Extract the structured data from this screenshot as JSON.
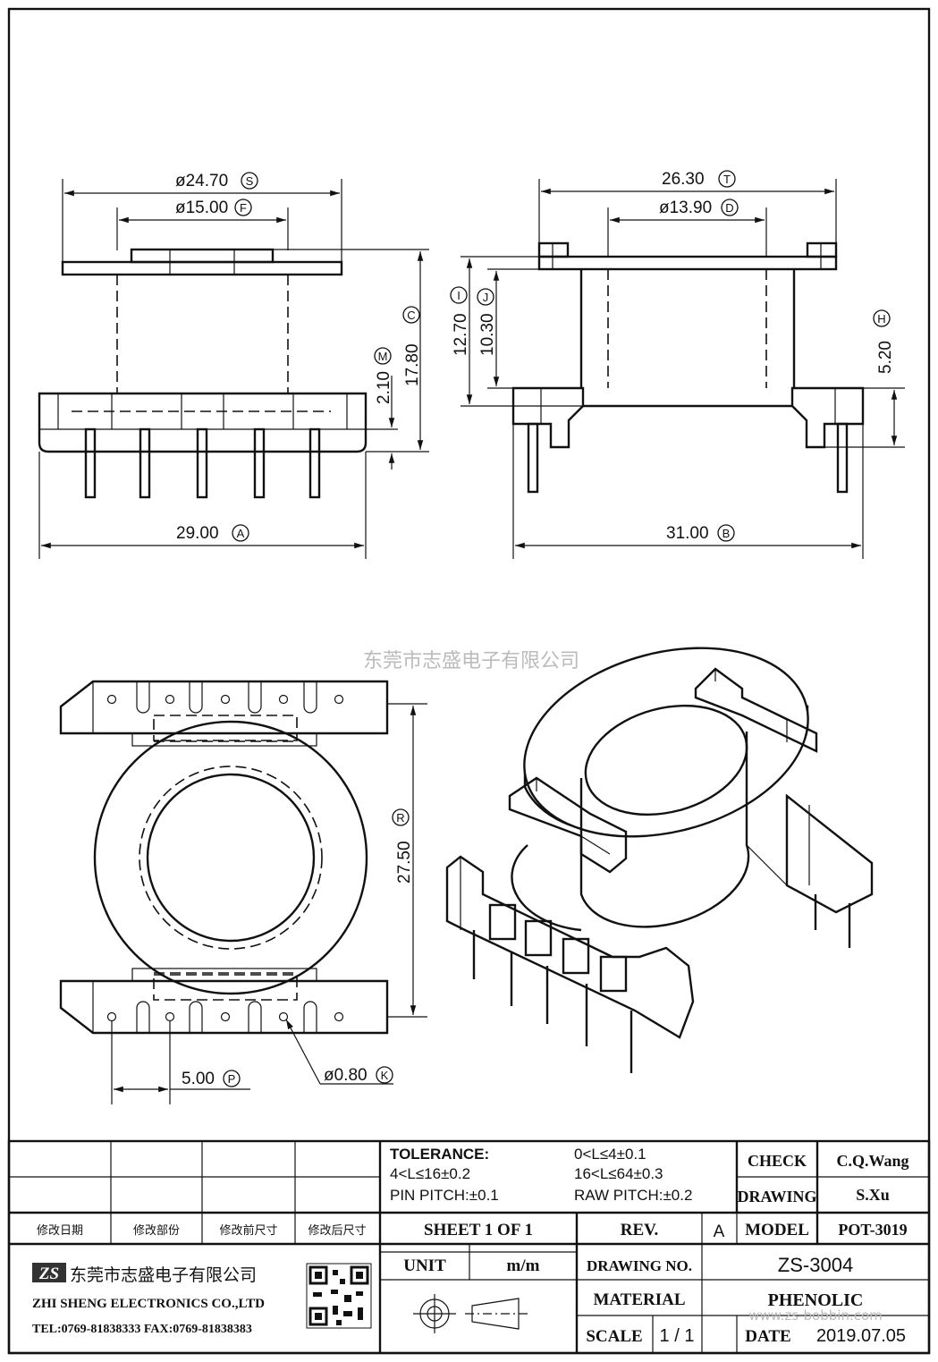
{
  "dimensions": {
    "d_s": "ø24.70",
    "d_s_tag": "S",
    "d_f": "ø15.00",
    "d_f_tag": "F",
    "h_c": "17.80",
    "h_c_tag": "C",
    "h_m": "2.10",
    "h_m_tag": "M",
    "w_a": "29.00",
    "w_a_tag": "A",
    "w_t": "26.30",
    "w_t_tag": "T",
    "d_d": "ø13.90",
    "d_d_tag": "D",
    "h_i": "12.70",
    "h_i_tag": "I",
    "h_j": "10.30",
    "h_j_tag": "J",
    "h_h": "5.20",
    "h_h_tag": "H",
    "w_b": "31.00",
    "w_b_tag": "B",
    "h_r": "27.50",
    "h_r_tag": "R",
    "p_p": "5.00",
    "p_p_tag": "P",
    "d_k": "ø0.80",
    "d_k_tag": "K"
  },
  "watermark": "东莞市志盛电子有限公司",
  "watermark_url": "www.zs-bobbin.com",
  "title_block": {
    "tolerance_label": "TOLERANCE:",
    "tol1": "0<L≤4±0.1",
    "tol2": "4<L≤16±0.2",
    "tol3": "16<L≤64±0.3",
    "pin_pitch": "PIN PITCH:±0.1",
    "raw_pitch": "RAW PITCH:±0.2",
    "check_label": "CHECK",
    "check_value": "C.Q.Wang",
    "drawing_label": "DRAWING",
    "drawing_value": "S.Xu",
    "rev_headers": [
      "修改日期",
      "修改部份",
      "修改前尺寸",
      "修改后尺寸"
    ],
    "sheet": "SHEET  1  OF  1",
    "rev_label": "REV.",
    "rev_value": "A",
    "model_label": "MODEL",
    "model_value": "POT-3019",
    "company_cn": "东莞市志盛电子有限公司",
    "company_en": "ZHI SHENG  ELECTRONICS CO.,LTD",
    "contact": "TEL:0769-81838333 FAX:0769-81838383",
    "logo_text": "ZS",
    "unit_label": "UNIT",
    "unit_value": "m/m",
    "drawing_no_label": "DRAWING  NO.",
    "drawing_no_value": "ZS-3004",
    "material_label": "MATERIAL",
    "material_value": "PHENOLIC",
    "scale_label": "SCALE",
    "scale_value": "1  /  1",
    "date_label": "DATE",
    "date_value": "2019.07.05"
  }
}
